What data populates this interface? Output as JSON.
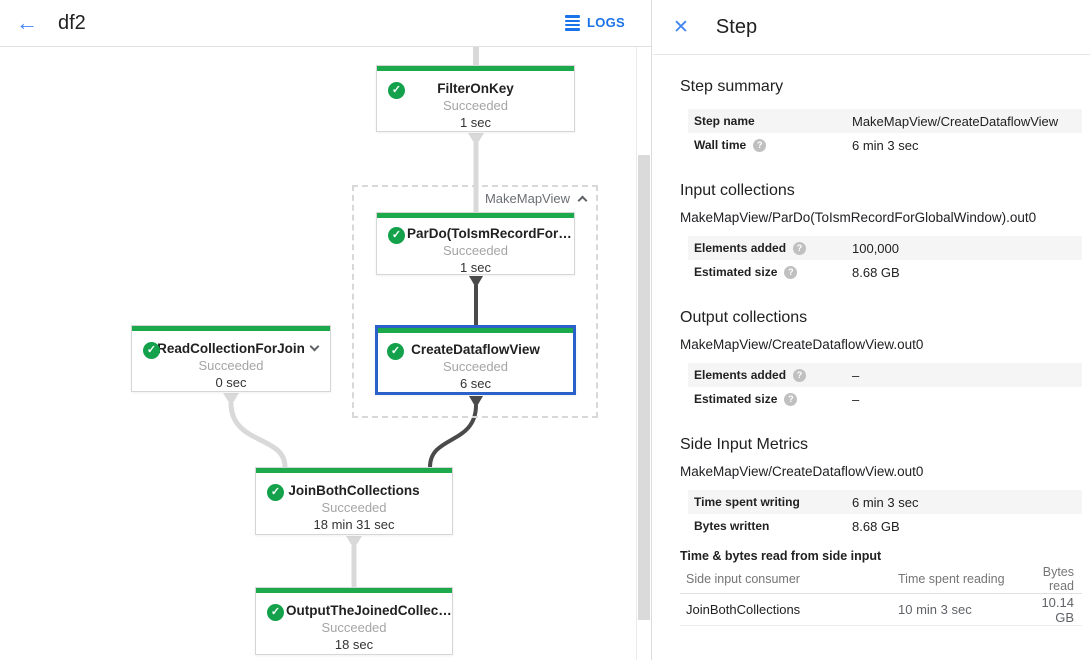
{
  "header": {
    "title": "df2",
    "logs_label": "LOGS"
  },
  "graph": {
    "group_label": "MakeMapView",
    "nodes": [
      {
        "title": "FilterOnKey",
        "status": "Succeeded",
        "time": "1 sec"
      },
      {
        "title": "ParDo(ToIsmRecordFor…",
        "status": "Succeeded",
        "time": "1 sec"
      },
      {
        "title": "ReadCollectionForJoin",
        "status": "Succeeded",
        "time": "0 sec"
      },
      {
        "title": "CreateDataflowView",
        "status": "Succeeded",
        "time": "6 sec"
      },
      {
        "title": "JoinBothCollections",
        "status": "Succeeded",
        "time": "18 min 31 sec"
      },
      {
        "title": "OutputTheJoinedCollec…",
        "status": "Succeeded",
        "time": "18 sec"
      }
    ]
  },
  "panel": {
    "title": "Step",
    "step_summary": {
      "heading": "Step summary",
      "rows": [
        {
          "label": "Step name",
          "value": "MakeMapView/CreateDataflowView",
          "help": false
        },
        {
          "label": "Wall time",
          "value": "6 min 3 sec",
          "help": true
        }
      ]
    },
    "input_collections": {
      "heading": "Input collections",
      "collection": "MakeMapView/ParDo(ToIsmRecordForGlobalWindow).out0",
      "rows": [
        {
          "label": "Elements added",
          "value": "100,000",
          "help": true
        },
        {
          "label": "Estimated size",
          "value": "8.68 GB",
          "help": true
        }
      ]
    },
    "output_collections": {
      "heading": "Output collections",
      "collection": "MakeMapView/CreateDataflowView.out0",
      "rows": [
        {
          "label": "Elements added",
          "value": "–",
          "help": true
        },
        {
          "label": "Estimated size",
          "value": "–",
          "help": true
        }
      ]
    },
    "side_input_metrics": {
      "heading": "Side Input Metrics",
      "collection": "MakeMapView/CreateDataflowView.out0",
      "rows": [
        {
          "label": "Time spent writing",
          "value": "6 min 3 sec",
          "help": false
        },
        {
          "label": "Bytes written",
          "value": "8.68 GB",
          "help": false
        }
      ],
      "table": {
        "heading": "Time & bytes read from side input",
        "columns": [
          "Side input consumer",
          "Time spent reading",
          "Bytes read"
        ],
        "rows": [
          [
            "JoinBothCollections",
            "10 min 3 sec",
            "10.14 GB"
          ]
        ]
      }
    }
  },
  "colors": {
    "node_green": "#1ba94c",
    "selected_blue": "#2a62c9",
    "link_blue": "#1a73e8",
    "edge_light": "#d9d9d9",
    "edge_dark": "#4a4a4a",
    "row_stripe": "#f5f5f5"
  }
}
